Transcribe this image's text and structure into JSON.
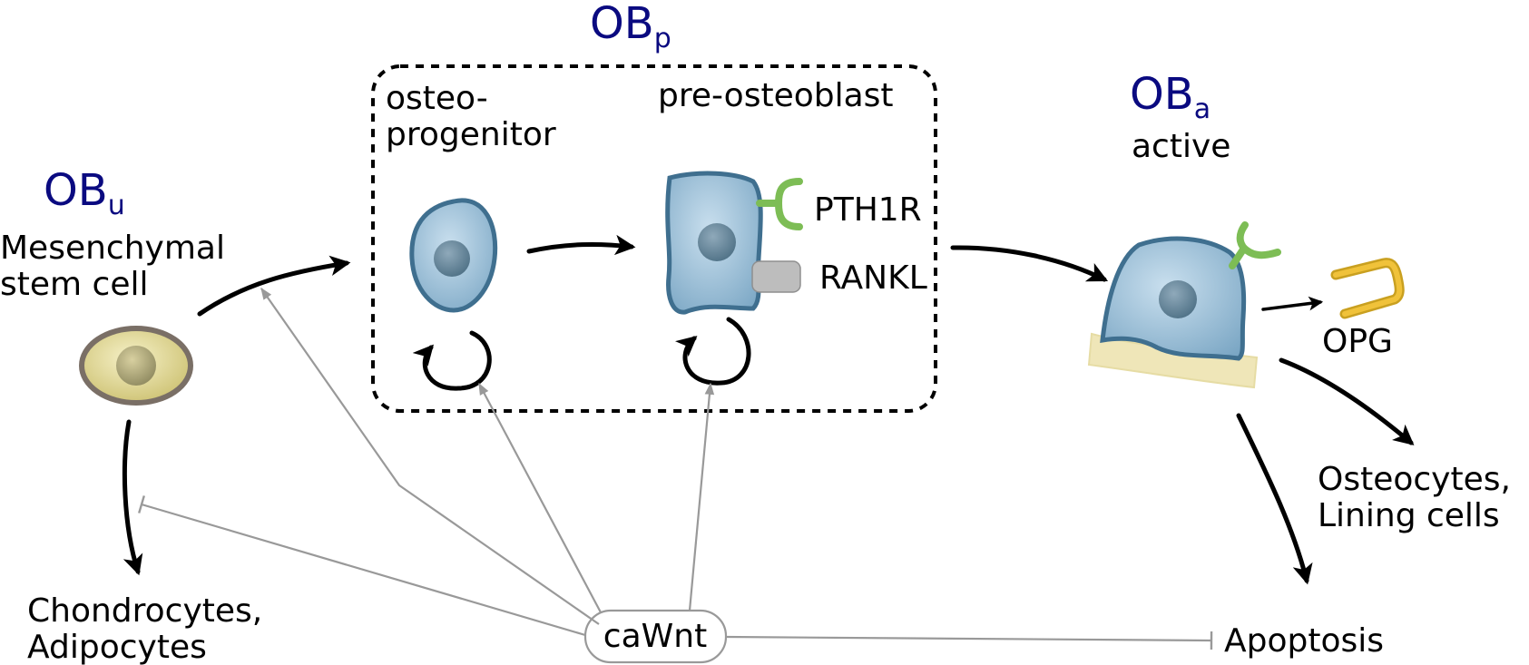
{
  "colors": {
    "stage_label": "#0a0a80",
    "msc_fill": "#d9d28f",
    "msc_stroke": "#7a6f66",
    "ob_fill": "#8fb8d4",
    "ob_stroke": "#3f6f8f",
    "nucleus": "#557a90",
    "receptor": "#7dbd55",
    "rankl": "#bdbdbd",
    "opg": "#e6b82e",
    "bone": "#efe6b8",
    "gray_line": "#999999"
  },
  "stages": {
    "ob_u": {
      "main": "OB",
      "sub": "u"
    },
    "ob_p": {
      "main": "OB",
      "sub": "p"
    },
    "ob_a": {
      "main": "OB",
      "sub": "a"
    }
  },
  "labels": {
    "msc_line1": "Mesenchymal",
    "msc_line2": "stem cell",
    "osteo_line1": "osteo-",
    "osteo_line2": "progenitor",
    "preosteoblast": "pre-osteoblast",
    "pth1r": "PTH1R",
    "rankl": "RANKL",
    "active": "active",
    "opg": "OPG",
    "osteocytes_line1": "Osteocytes,",
    "osteocytes_line2": "Lining cells",
    "chondro_line1": "Chondrocytes,",
    "chondro_line2": "Adipocytes",
    "apoptosis": "Apoptosis",
    "cawnt": "caWnt"
  },
  "icons": [
    "msc-cell-icon",
    "osteoprogenitor-cell-icon",
    "preosteoblast-cell-icon",
    "active-osteoblast-cell-icon",
    "pth1r-receptor-icon",
    "rankl-icon",
    "opg-icon",
    "bone-matrix-icon",
    "self-renewal-icon"
  ]
}
